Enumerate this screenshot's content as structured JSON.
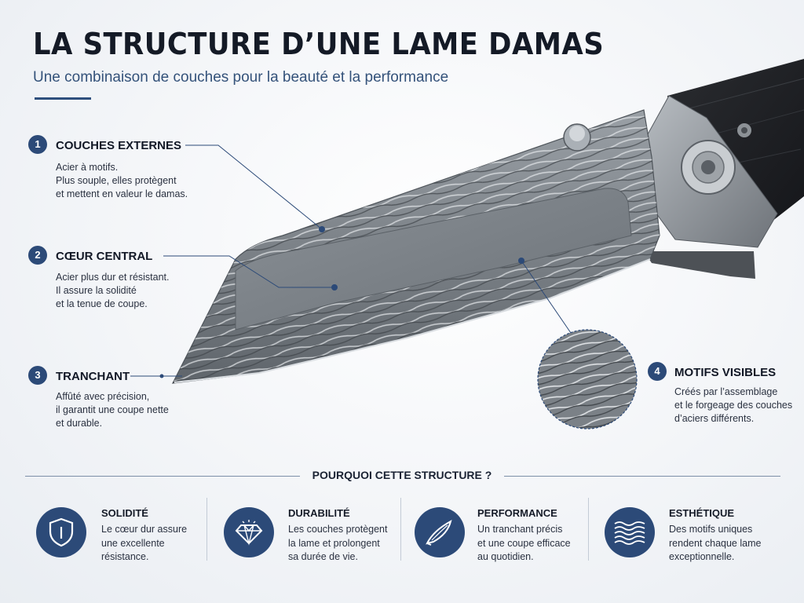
{
  "header": {
    "title": "LA STRUCTURE D’UNE LAME DAMAS",
    "subtitle": "Une combinaison de couches pour la beauté et la performance"
  },
  "callouts": [
    {
      "number": "1",
      "title": "COUCHES EXTERNES",
      "desc": [
        "Acier à motifs.",
        "Plus souple, elles protègent",
        "et mettent en valeur le damas."
      ]
    },
    {
      "number": "2",
      "title": "CŒUR CENTRAL",
      "desc": [
        "Acier plus dur et résistant.",
        "Il assure la solidité",
        "et la tenue de coupe."
      ]
    },
    {
      "number": "3",
      "title": "TRANCHANT",
      "desc": [
        "Affûté avec précision,",
        "il garantit une coupe nette",
        "et durable."
      ]
    },
    {
      "number": "4",
      "title": "MOTIFS VISIBLES",
      "desc": [
        "Créés par l’assemblage",
        "et le forgeage des couches",
        "d’aciers différents."
      ]
    }
  ],
  "why": {
    "title": "POURQUOI CETTE STRUCTURE ?",
    "features": [
      {
        "icon": "shield-icon",
        "title": "SOLIDITÉ",
        "desc": [
          "Le cœur dur assure",
          "une excellente",
          "résistance."
        ]
      },
      {
        "icon": "diamond-icon",
        "title": "DURABILITÉ",
        "desc": [
          "Les couches protègent",
          "la lame et prolongent",
          "sa durée de vie."
        ]
      },
      {
        "icon": "blade-icon",
        "title": "PERFORMANCE",
        "desc": [
          "Un tranchant précis",
          "et une coupe efficace",
          "au quotidien."
        ]
      },
      {
        "icon": "waves-icon",
        "title": "ESTHÉTIQUE",
        "desc": [
          "Des motifs uniques",
          "rendent chaque lame",
          "exceptionnelle."
        ]
      }
    ]
  },
  "colors": {
    "accent": "#2c4a78",
    "title": "#141a26",
    "subtitle": "#34527a"
  }
}
